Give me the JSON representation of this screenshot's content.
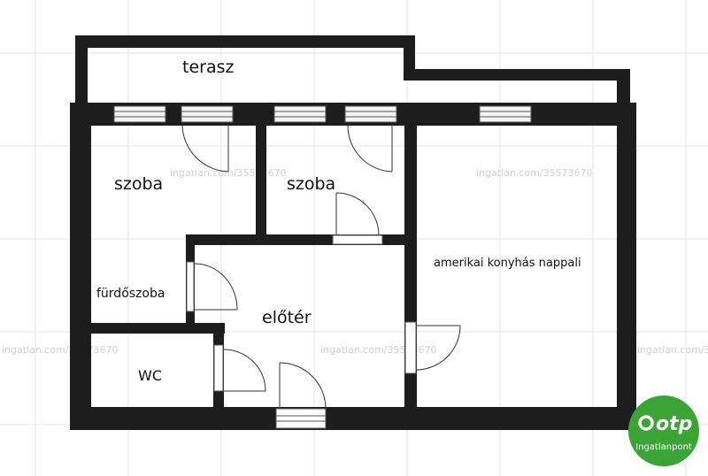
{
  "rooms": {
    "terasz": "terasz",
    "szoba_left": "szoba",
    "szoba_mid": "szoba",
    "nappali": "amerikai konyhás nappali",
    "furdoszoba": "fürdőszoba",
    "eloter": "előtér",
    "wc": "WC"
  },
  "watermark": {
    "text": "ingatlan.com/35573670"
  },
  "logo": {
    "brand": "otp",
    "subtitle": "Ingatlanpont"
  },
  "colors": {
    "wall": "#1d1d1d",
    "grid": "#e6e6e6",
    "logo_green": "#3aa535",
    "window_fill": "#f4f4f4"
  }
}
